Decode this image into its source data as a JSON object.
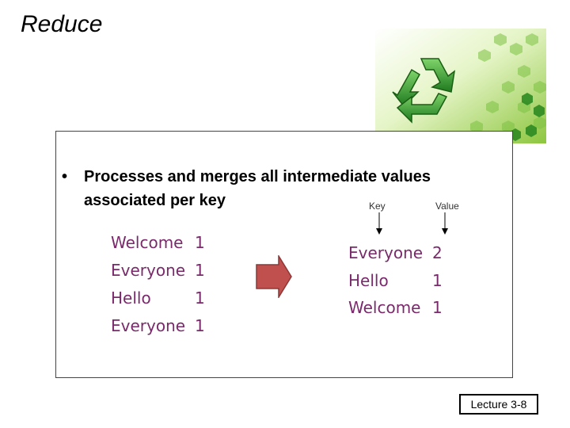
{
  "slide": {
    "title": "Reduce",
    "bullet_marker": "•",
    "bullet_text": "Processes and merges all intermediate values associated per key",
    "key_header": "Key",
    "value_header": "Value",
    "input_pairs": [
      {
        "key": "Welcome",
        "value": "1"
      },
      {
        "key": "Everyone",
        "value": "1"
      },
      {
        "key": "Hello",
        "value": "1"
      },
      {
        "key": "Everyone",
        "value": "1"
      }
    ],
    "output_pairs": [
      {
        "key": "Everyone",
        "value": "2"
      },
      {
        "key": "Hello",
        "value": "1"
      },
      {
        "key": "Welcome",
        "value": "1"
      }
    ],
    "footer": "Lecture 3-8",
    "colors": {
      "pair_text": "#7a2a6b",
      "arrow_fill": "#c0504d",
      "arrow_stroke": "#8c3836",
      "logo_green": "#3a9a2a",
      "logo_bg": "#a6d96a"
    },
    "icons": {
      "logo": "recycle-icon",
      "flow": "right-arrow-icon"
    }
  }
}
